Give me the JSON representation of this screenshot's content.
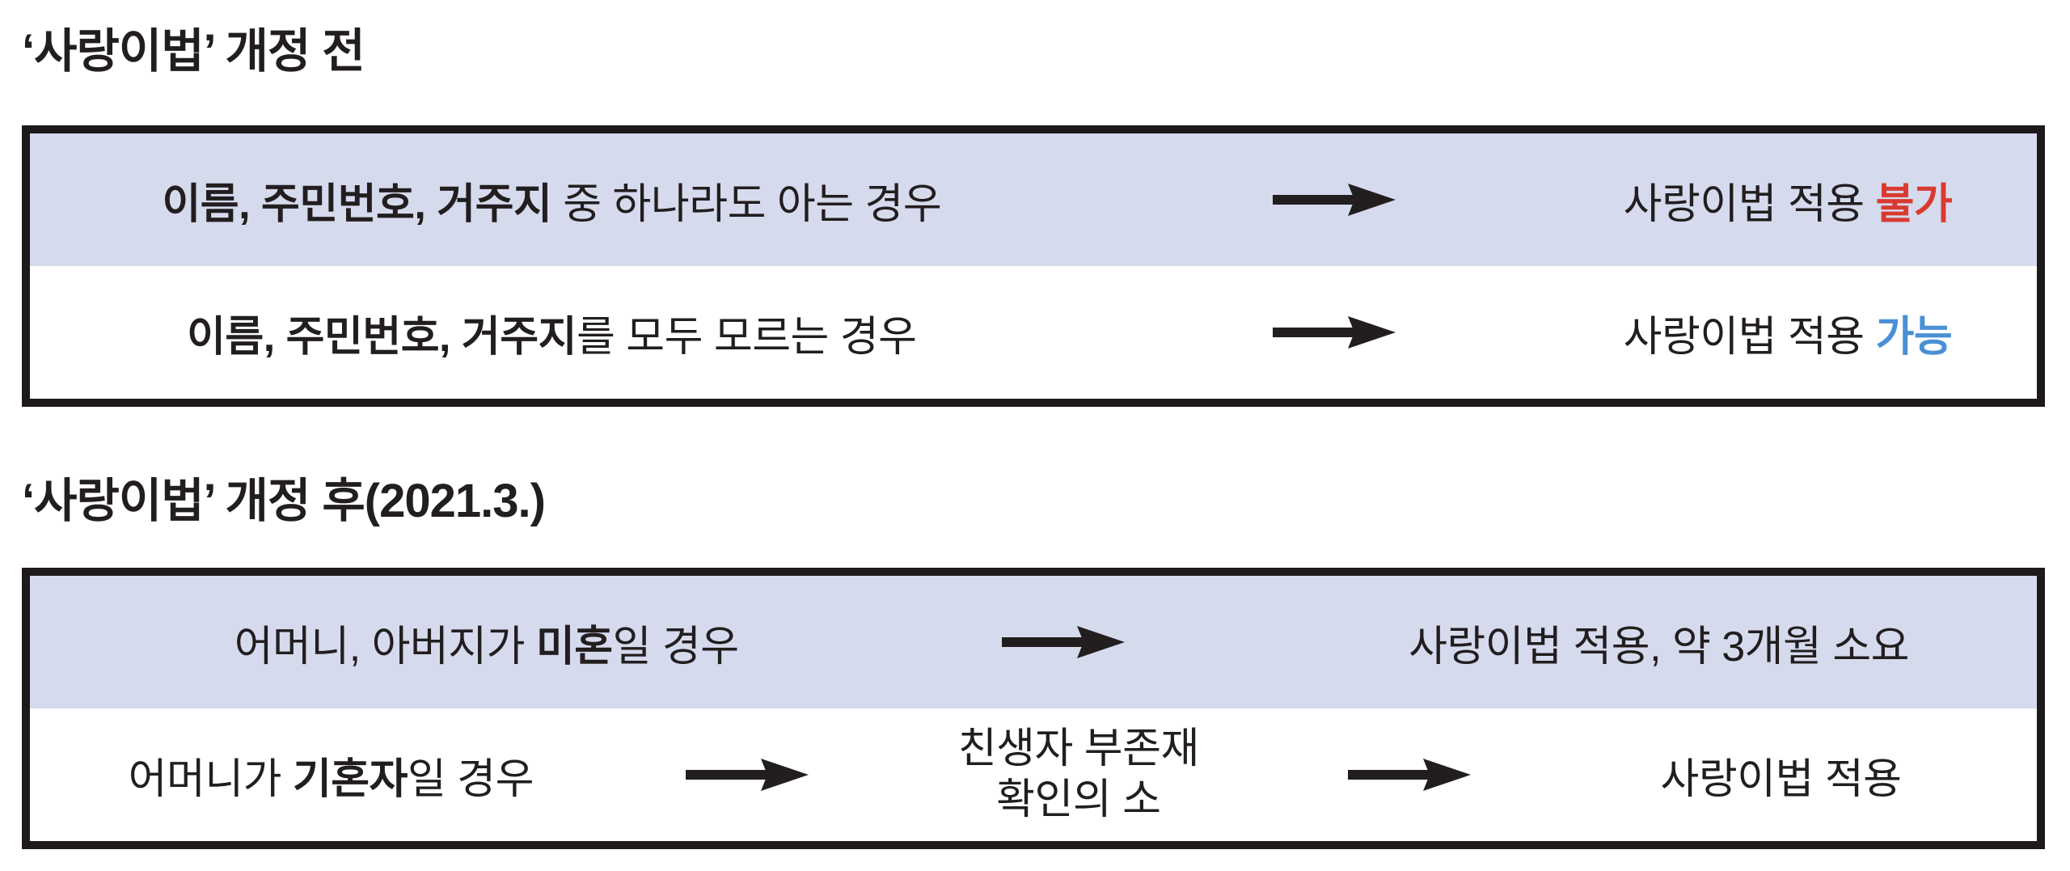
{
  "colors": {
    "row_shaded_bg": "#d6daed",
    "row_plain_bg": "#ffffff",
    "table_border": "#1e191b",
    "text": "#221e1f",
    "emphasis_red": "#d93a30",
    "emphasis_blue": "#4a90d5",
    "arrow": "#221e1f"
  },
  "icons": {
    "arrow": "right-arrow"
  },
  "section_before": {
    "title": "‘사랑이법’ 개정 전",
    "rows": [
      {
        "condition_bold": "이름, 주민번호, 거주지",
        "condition_rest": " 중 하나라도 아는 경우",
        "result_prefix": "사랑이법 적용 ",
        "result_emphasis": "불가"
      },
      {
        "condition_bold": "이름, 주민번호, 거주지",
        "condition_rest": "를 모두 모르는 경우",
        "result_prefix": "사랑이법 적용 ",
        "result_emphasis": "가능"
      }
    ]
  },
  "section_after": {
    "title": "‘사랑이법’ 개정 후(2021.3.)",
    "rows": [
      {
        "condition_pre": "어머니, 아버지가 ",
        "condition_bold": "미혼",
        "condition_post": "일 경우",
        "result": "사랑이법 적용, 약 3개월 소요"
      },
      {
        "condition_pre": "어머니가 ",
        "condition_bold": "기혼자",
        "condition_post": "일 경우",
        "middle_line1": "친생자 부존재",
        "middle_line2": "확인의 소",
        "result": "사랑이법 적용"
      }
    ]
  }
}
